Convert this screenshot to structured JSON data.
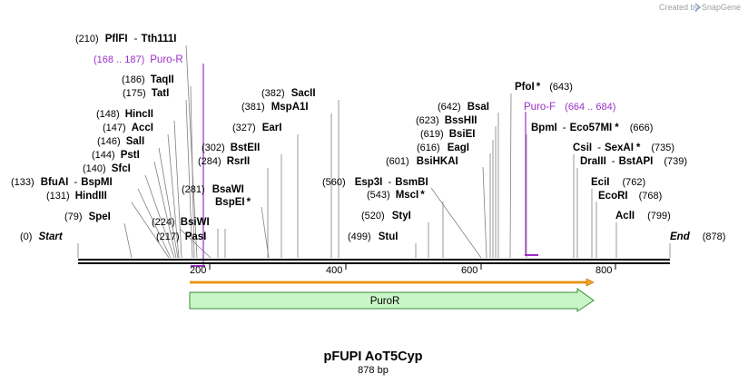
{
  "credit": {
    "text": "Created by",
    "brand": "SnapGene"
  },
  "map": {
    "title": "pFUPI AoT5Cyp",
    "length_label": "878 bp",
    "length_bp": 878,
    "backbone_color": "#000000",
    "ticks": [
      "200",
      "400",
      "600",
      "800"
    ],
    "ends": [
      {
        "pos": "(0)",
        "name": "Start"
      },
      {
        "pos": "(878)",
        "name": "End"
      }
    ],
    "sites": [
      {
        "pos": "(210)",
        "a": "PflFI",
        "b": "Tth111I",
        "bp": 210
      },
      {
        "pos": "(186)",
        "a": "TaqII",
        "bp": 186
      },
      {
        "pos": "(175)",
        "a": "TatI",
        "bp": 175
      },
      {
        "pos": "(148)",
        "a": "HincII",
        "bp": 148
      },
      {
        "pos": "(147)",
        "a": "AccI",
        "bp": 147
      },
      {
        "pos": "(146)",
        "a": "SalI",
        "bp": 146
      },
      {
        "pos": "(144)",
        "a": "PstI",
        "bp": 144
      },
      {
        "pos": "(140)",
        "a": "SfcI",
        "bp": 140
      },
      {
        "pos": "(133)",
        "a": "BfuAI",
        "b": "BspMI",
        "bp": 133
      },
      {
        "pos": "(131)",
        "a": "HindIII",
        "bp": 131
      },
      {
        "pos": "(79)",
        "a": "SpeI",
        "bp": 79
      },
      {
        "pos": "(224)",
        "a": "BsiWI",
        "bp": 224
      },
      {
        "pos": "(217)",
        "a": "PasI",
        "bp": 217
      },
      {
        "pos": "(302)",
        "a": "BstEII",
        "bp": 302
      },
      {
        "pos": "(284)",
        "a": "RsrII",
        "bp": 284
      },
      {
        "pos": "(281)",
        "a": "BsaWI",
        "bp": 281
      },
      {
        "pos": "",
        "a": "BspEI",
        "star": "*",
        "bp": 281
      },
      {
        "pos": "(327)",
        "a": "EarI",
        "bp": 327
      },
      {
        "pos": "(382)",
        "a": "SacII",
        "bp": 382
      },
      {
        "pos": "(381)",
        "a": "MspA1I",
        "bp": 381
      },
      {
        "pos": "(560)",
        "a": "Esp3I",
        "b": "BsmBI",
        "bp": 560
      },
      {
        "pos": "(543)",
        "a": "MscI",
        "star": "*",
        "bp": 543
      },
      {
        "pos": "(520)",
        "a": "StyI",
        "bp": 520
      },
      {
        "pos": "(499)",
        "a": "StuI",
        "bp": 499
      },
      {
        "pos": "(642)",
        "a": "BsaI",
        "bp": 642
      },
      {
        "pos": "(623)",
        "a": "BssHII",
        "bp": 623
      },
      {
        "pos": "(619)",
        "a": "BsiEI",
        "bp": 619
      },
      {
        "pos": "(616)",
        "a": "EagI",
        "bp": 616
      },
      {
        "pos": "(601)",
        "a": "BsiHKAI",
        "bp": 601
      },
      {
        "pos": "(643)",
        "a": "PfoI",
        "star": "*",
        "bp": 643
      },
      {
        "pos": "(666)",
        "a": "BpmI",
        "b": "Eco57MI",
        "star": "*",
        "bp": 666
      },
      {
        "pos": "(735)",
        "a": "CsiI",
        "b": "SexAI",
        "star": "*",
        "bp": 735
      },
      {
        "pos": "(739)",
        "a": "DraIII",
        "b": "BstAPI",
        "bp": 739
      },
      {
        "pos": "(762)",
        "a": "EciI",
        "bp": 762
      },
      {
        "pos": "(768)",
        "a": "EcoRI",
        "bp": 768
      },
      {
        "pos": "(799)",
        "a": "AclI",
        "bp": 799
      }
    ],
    "primers": [
      {
        "range": "(168 .. 187)",
        "name": "Puro-R",
        "color": "#9b30c8"
      },
      {
        "range": "(664 .. 684)",
        "name": "Puro-F",
        "color": "#9b30c8"
      }
    ],
    "features": [
      {
        "name": "PuroR",
        "fill": "#c8f7c5",
        "stroke": "#3b8a3b",
        "orf_color": "#f5a623"
      }
    ]
  }
}
